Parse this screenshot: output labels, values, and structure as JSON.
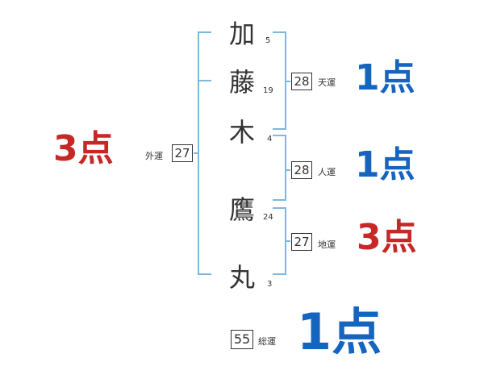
{
  "colors": {
    "bracket": "#7fb8dc",
    "text": "#333333",
    "score_blue": "#1565c0",
    "score_red": "#c62828"
  },
  "name_chars": [
    {
      "char": "加",
      "strokes": "5"
    },
    {
      "char": "藤",
      "strokes": "19"
    },
    {
      "char": "木",
      "strokes": "4"
    },
    {
      "char": "鷹",
      "strokes": "24"
    },
    {
      "char": "丸",
      "strokes": "3"
    }
  ],
  "fortunes": {
    "tenkaku": {
      "label": "天運",
      "value": "28",
      "score": "1点",
      "color": "blue"
    },
    "jinkaku": {
      "label": "人運",
      "value": "28",
      "score": "1点",
      "color": "blue"
    },
    "chikaku": {
      "label": "地運",
      "value": "27",
      "score": "3点",
      "color": "red"
    },
    "gaikaku": {
      "label": "外運",
      "value": "27",
      "score": "3点",
      "color": "red"
    },
    "soukaku": {
      "label": "総運",
      "value": "55",
      "score": "1点",
      "color": "blue"
    }
  }
}
